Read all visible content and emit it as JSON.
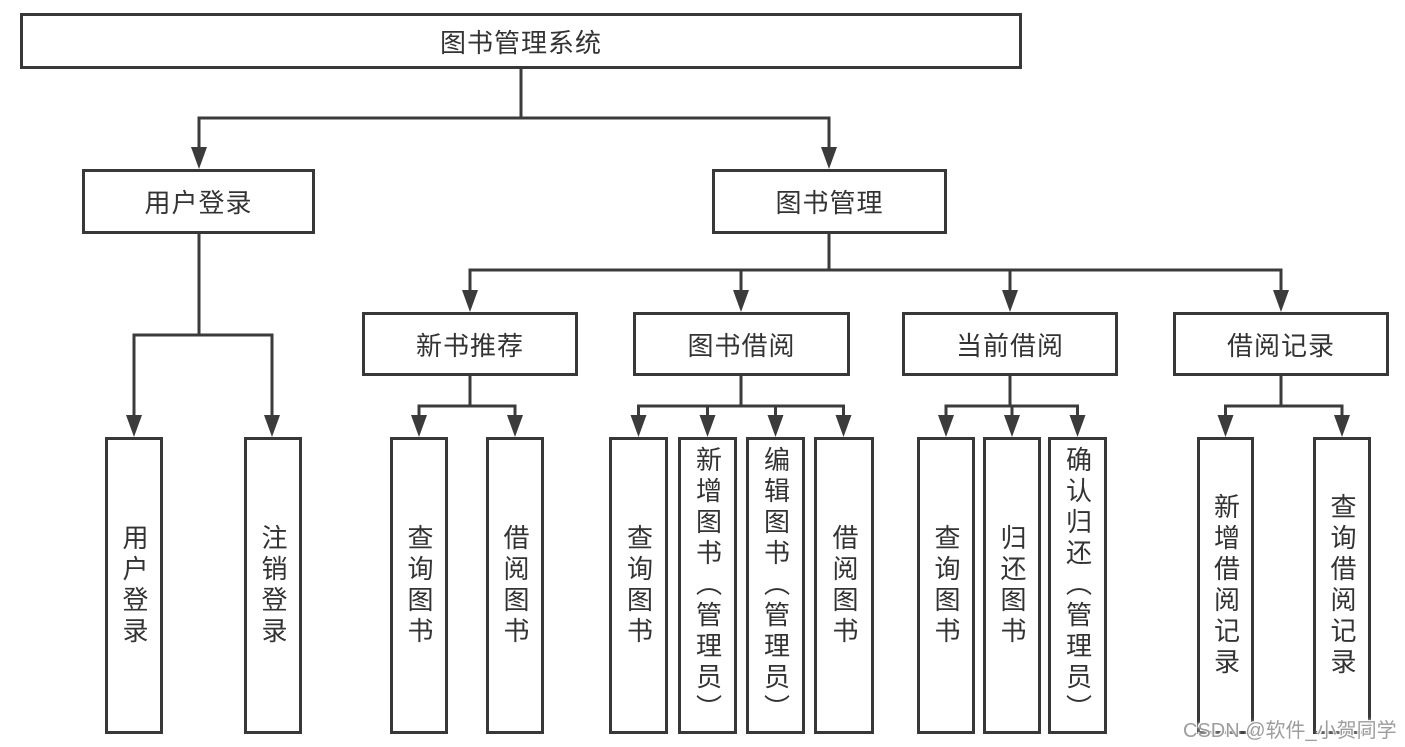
{
  "diagram_title": "图书管理系统",
  "tree": {
    "label": "图书管理系统",
    "children": [
      {
        "label": "用户登录",
        "children": [
          {
            "label": "用户登录"
          },
          {
            "label": "注销登录"
          }
        ]
      },
      {
        "label": "图书管理",
        "children": [
          {
            "label": "新书推荐",
            "children": [
              {
                "label": "查询图书"
              },
              {
                "label": "借阅图书"
              }
            ]
          },
          {
            "label": "图书借阅",
            "children": [
              {
                "label": "查询图书"
              },
              {
                "label": "新增图书（管理员）"
              },
              {
                "label": "编辑图书（管理员）"
              },
              {
                "label": "借阅图书"
              }
            ]
          },
          {
            "label": "当前借阅",
            "children": [
              {
                "label": "查询图书"
              },
              {
                "label": "归还图书"
              },
              {
                "label": "确认归还（管理员）"
              }
            ]
          },
          {
            "label": "借阅记录",
            "children": [
              {
                "label": "新增借阅记录"
              },
              {
                "label": "查询借阅记录"
              }
            ]
          }
        ]
      }
    ]
  },
  "watermark": {
    "text": "CSDN @软件_小贺同学"
  },
  "colors": {
    "line": "#3b3b3b",
    "border": "#383838",
    "text": "#333333",
    "background": "#ffffff",
    "watermark": "#9d9d9d"
  }
}
